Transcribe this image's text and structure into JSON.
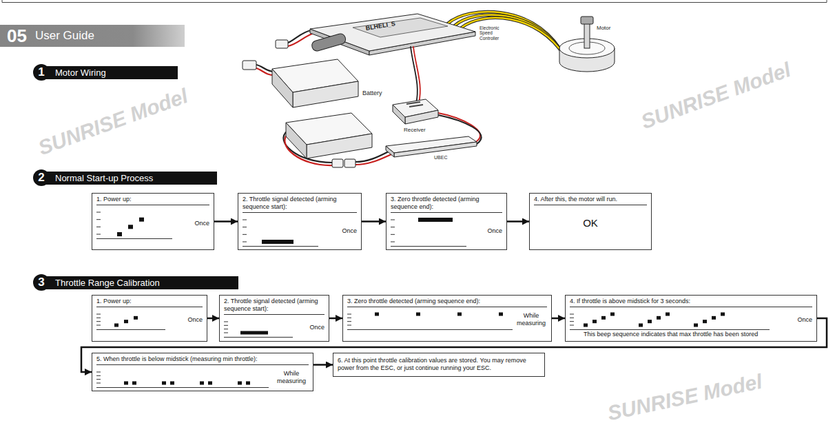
{
  "diagram": {
    "nodes": [
      {
        "text": [
          "05",
          "User Guide"
        ]
      },
      {
        "text": [
          "1",
          "Motor Wiring"
        ]
      },
      {
        "text": [
          "2",
          "Normal Start-up Process"
        ]
      },
      {
        "text": [
          "1. Power up:",
          "Once"
        ]
      },
      {
        "text": [
          "2. Throttle signal detected (arming sequence start):",
          "Once"
        ]
      },
      {
        "text": [
          "3. Zero throttle detected (arming sequence end):",
          "Once"
        ]
      },
      {
        "text": [
          "4. After this, the motor will run.",
          "OK"
        ]
      },
      {
        "text": [
          "3",
          "Throttle Range Calibration"
        ]
      },
      {
        "text": [
          "1. Power up:",
          "Once"
        ]
      },
      {
        "text": [
          "2. Throttle signal detected (arming sequence start):",
          "Once"
        ]
      },
      {
        "text": [
          "3. Zero throttle detected (arming sequence end):",
          "While measuring"
        ]
      },
      {
        "text": [
          "4. If throttle is above midstick for 3 seconds:",
          "Once",
          "This beep sequence indicates that max throttle has been stored"
        ]
      },
      {
        "text": [
          "5. When throttle is below midstick (measuring min throttle):",
          "While measuring"
        ]
      },
      {
        "text": [
          "6. At this point throttle calibration values are stored. You may remove power from the ESC, or just continue running your ESC."
        ]
      }
    ],
    "edges": [
      {
        "from": 3,
        "to": 4,
        "arrow": "to"
      },
      {
        "from": 4,
        "to": 5,
        "arrow": "to"
      },
      {
        "from": 5,
        "to": 6,
        "arrow": "to"
      },
      {
        "from": 8,
        "to": 9,
        "arrow": "to"
      },
      {
        "from": 9,
        "to": 10,
        "arrow": "to"
      },
      {
        "from": 10,
        "to": 11,
        "arrow": "to"
      },
      {
        "from": 11,
        "to": 12,
        "arrow": "to"
      },
      {
        "from": 12,
        "to": 13,
        "arrow": "to"
      }
    ],
    "labels": [
      "BLHELI_S",
      "Electronic Speed Controller",
      "Battery",
      "Receiver",
      "Motor",
      "UBEC",
      "SUNRISE Model",
      "SUNRISE Model",
      "SUNRISE Model"
    ]
  }
}
